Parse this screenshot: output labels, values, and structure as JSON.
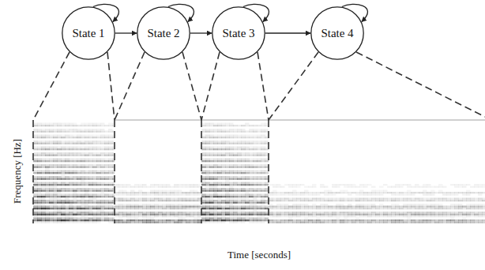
{
  "diagram": {
    "nodes": [
      {
        "text": [
          "State 1"
        ]
      },
      {
        "text": [
          "State 2"
        ]
      },
      {
        "text": [
          "State 3"
        ]
      },
      {
        "text": [
          "State 4"
        ]
      }
    ],
    "edges": [
      {
        "from": 0,
        "to": 0,
        "arrow": "to"
      },
      {
        "from": 0,
        "to": 1,
        "arrow": "to"
      },
      {
        "from": 1,
        "to": 1,
        "arrow": "to"
      },
      {
        "from": 1,
        "to": 2,
        "arrow": "to"
      },
      {
        "from": 2,
        "to": 2,
        "arrow": "to"
      },
      {
        "from": 2,
        "to": 3,
        "arrow": "to"
      },
      {
        "from": 3,
        "to": 3,
        "arrow": "to"
      }
    ],
    "labels": [
      "Frequency [Hz]",
      "Time [seconds]"
    ]
  }
}
